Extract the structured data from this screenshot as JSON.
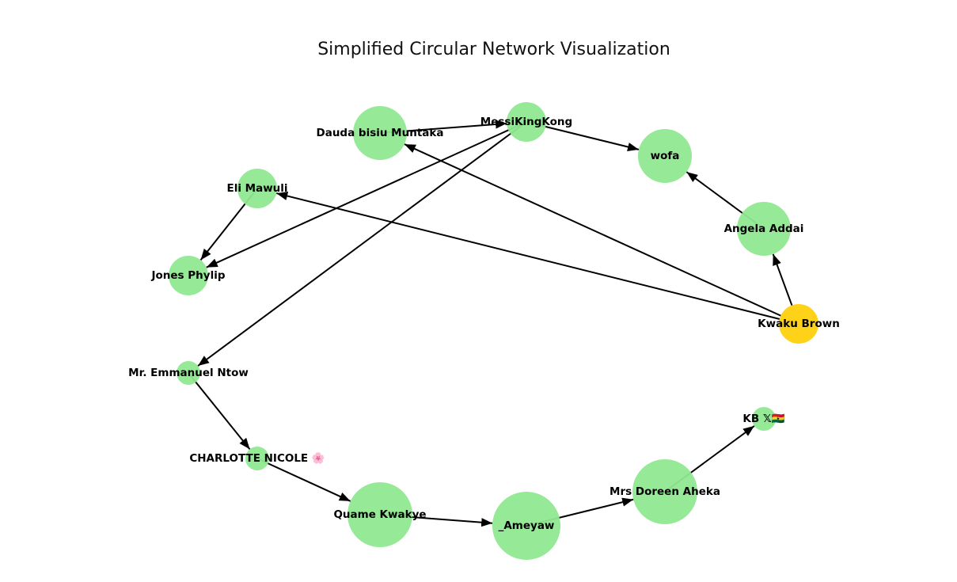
{
  "title": "Simplified Circular Network Visualization",
  "colors": {
    "node_default": "#90e890",
    "node_highlight": "#ffd21a",
    "edge": "#000000"
  },
  "nodes": [
    {
      "id": "messikingkong",
      "label": "MessiKingKong",
      "size": "small",
      "highlight": false
    },
    {
      "id": "wofa",
      "label": "wofa",
      "size": "medium",
      "highlight": false
    },
    {
      "id": "angela",
      "label": "Angela Addai",
      "size": "medium",
      "highlight": false
    },
    {
      "id": "kwaku",
      "label": "Kwaku Brown",
      "size": "small",
      "highlight": true
    },
    {
      "id": "kb",
      "label": "KB 𝕏🇬🇭",
      "size": "tiny",
      "highlight": false
    },
    {
      "id": "doreen",
      "label": "Mrs Doreen Aheka",
      "size": "large",
      "highlight": false
    },
    {
      "id": "ameyaw",
      "label": "_Ameyaw",
      "size": "xlarge",
      "highlight": false
    },
    {
      "id": "quame",
      "label": "Quame Kwakye",
      "size": "large",
      "highlight": false
    },
    {
      "id": "charlotte",
      "label": "CHARLOTTE NICOLE 🌸",
      "size": "tiny",
      "highlight": false
    },
    {
      "id": "emmanuel",
      "label": "Mr. Emmanuel Ntow",
      "size": "tiny",
      "highlight": false
    },
    {
      "id": "jones",
      "label": "Jones Phylip",
      "size": "small",
      "highlight": false
    },
    {
      "id": "eli",
      "label": "Eli Mawuli",
      "size": "small",
      "highlight": false
    },
    {
      "id": "dauda",
      "label": "Dauda bisiu Muntaka",
      "size": "medium",
      "highlight": false
    }
  ],
  "edges": [
    {
      "source": "dauda",
      "target": "messikingkong"
    },
    {
      "source": "messikingkong",
      "target": "wofa"
    },
    {
      "source": "angela",
      "target": "wofa"
    },
    {
      "source": "kwaku",
      "target": "angela"
    },
    {
      "source": "kwaku",
      "target": "eli"
    },
    {
      "source": "kwaku",
      "target": "dauda"
    },
    {
      "source": "eli",
      "target": "jones"
    },
    {
      "source": "messikingkong",
      "target": "jones"
    },
    {
      "source": "messikingkong",
      "target": "emmanuel"
    },
    {
      "source": "emmanuel",
      "target": "charlotte"
    },
    {
      "source": "charlotte",
      "target": "quame"
    },
    {
      "source": "quame",
      "target": "ameyaw"
    },
    {
      "source": "ameyaw",
      "target": "doreen"
    },
    {
      "source": "doreen",
      "target": "kb"
    }
  ]
}
